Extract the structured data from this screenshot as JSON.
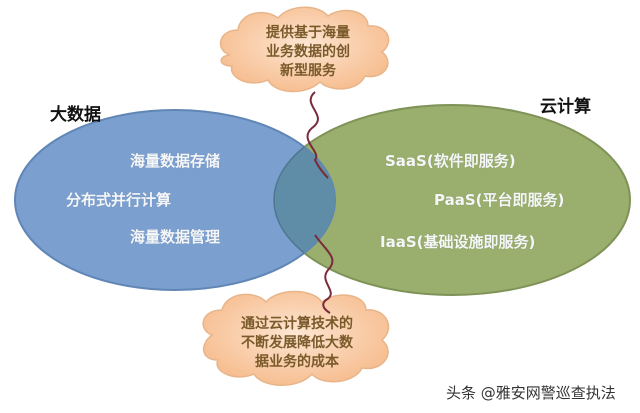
{
  "diagram": {
    "left_set": {
      "title": "大数据",
      "items": [
        "海量数据存储",
        "分布式并行计算",
        "海量数据管理"
      ],
      "color": "#7b9fcf"
    },
    "right_set": {
      "title": "云计算",
      "items": [
        "SaaS(软件即服务)",
        "PaaS(平台即服务)",
        "IaaS(基础设施即服务)"
      ],
      "color": "#9aae6e"
    },
    "overlap_color": "#5f8ca6",
    "top_callout": {
      "lines": [
        "提供基于海量",
        "业务数据的创",
        "新型服务"
      ]
    },
    "bottom_callout": {
      "lines": [
        "通过云计算技术的",
        "不断发展降低大数",
        "据业务的成本"
      ]
    },
    "cloud_color": "#f9c9a0",
    "connector_color": "#7a2a3a"
  },
  "watermark": {
    "text": "头条 @雅安网警巡查执法"
  }
}
